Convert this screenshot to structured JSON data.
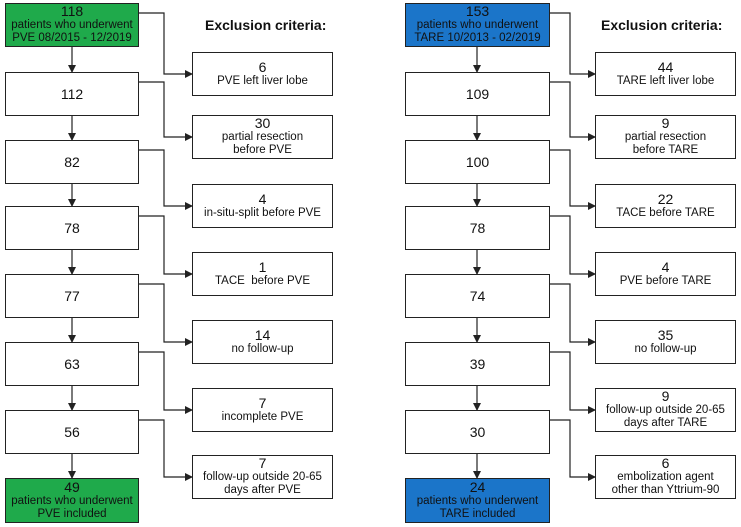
{
  "left": {
    "header": "Exclusion criteria:",
    "start": {
      "num": "118",
      "line1": "patients who underwent",
      "line2": "PVE 08/2015 - 12/2019",
      "color": "#1faa4b"
    },
    "counts": [
      "112",
      "82",
      "78",
      "77",
      "63",
      "56"
    ],
    "end": {
      "num": "49",
      "line1": "patients who underwent",
      "line2": "PVE included",
      "color": "#1faa4b"
    },
    "exclusions": [
      {
        "num": "6",
        "text": "PVE left liver lobe"
      },
      {
        "num": "30",
        "text": "partial resection before PVE"
      },
      {
        "num": "4",
        "text": "in-situ-split before PVE"
      },
      {
        "num": "1",
        "text": "TACE  before PVE"
      },
      {
        "num": "14",
        "text": "no follow-up"
      },
      {
        "num": "7",
        "text": "incomplete PVE"
      },
      {
        "num": "7",
        "text": "follow-up outside 20-65 days after PVE"
      }
    ]
  },
  "right": {
    "header": "Exclusion criteria:",
    "start": {
      "num": "153",
      "line1": "patients who underwent",
      "line2": "TARE 10/2013 - 02/2019",
      "color": "#1b75c9"
    },
    "counts": [
      "109",
      "100",
      "78",
      "74",
      "39",
      "30"
    ],
    "end": {
      "num": "24",
      "line1": "patients who underwent",
      "line2": "TARE included",
      "color": "#1b75c9"
    },
    "exclusions": [
      {
        "num": "44",
        "text": "TARE left liver lobe"
      },
      {
        "num": "9",
        "text": "partial resection before TARE"
      },
      {
        "num": "22",
        "text": "TACE before TARE"
      },
      {
        "num": "4",
        "text": "PVE before TARE"
      },
      {
        "num": "35",
        "text": "no follow-up"
      },
      {
        "num": "9",
        "text": "follow-up outside 20-65 days after TARE"
      },
      {
        "num": "6",
        "text": "embolization agent other than Yttrium-90"
      }
    ]
  }
}
